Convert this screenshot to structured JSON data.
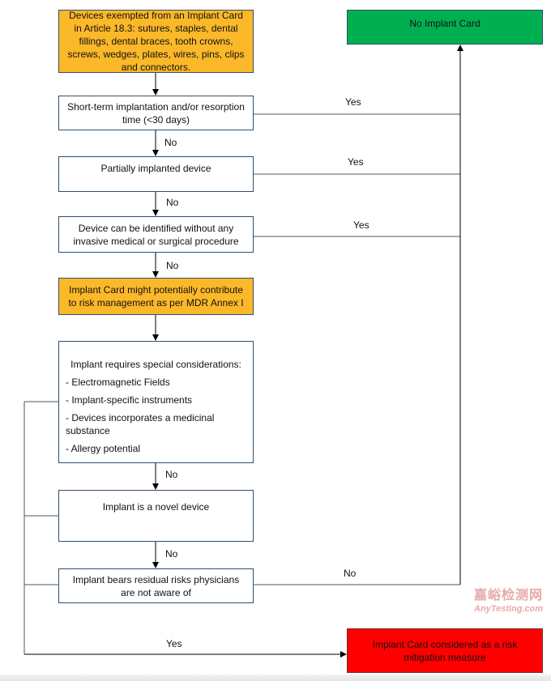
{
  "boxes": {
    "exempted": "Devices exempted from an Implant Card in Article 18.3: sutures, staples, dental fillings, dental braces, tooth crowns, screws, wedges, plates, wires, pins, clips and connectors.",
    "no_card": "No Implant Card",
    "short_term": "Short-term implantation and/or resorption time (<30 days)",
    "partial": "Partially implanted device",
    "identified": "Device can be identified without any invasive medical or surgical procedure",
    "risk_mgmt": "Implant Card might potentially contribute to risk management as per MDR Annex I",
    "special": {
      "heading": "Implant requires special considerations:",
      "items": [
        "-  Electromagnetic Fields",
        "-  Implant-specific instruments",
        "- Devices incorporates a medicinal substance",
        "- Allergy potential"
      ]
    },
    "novel": "Implant is a novel device",
    "residual": "Implant bears residual risks physicians are not aware of",
    "card_considered": "Implant Card considered as a risk mitigation measure"
  },
  "labels": {
    "yes1": "Yes",
    "yes2": "Yes",
    "yes3": "Yes",
    "no_right": "No",
    "yes_bottom": "Yes",
    "no1": "No",
    "no2": "No",
    "no3": "No",
    "no4": "No",
    "no5": "No"
  },
  "colors": {
    "orange": "#fbb829",
    "green": "#00b050",
    "red": "#ff0000"
  },
  "watermark": {
    "cn": "嘉峪检测网",
    "en": "AnyTesting.com"
  }
}
